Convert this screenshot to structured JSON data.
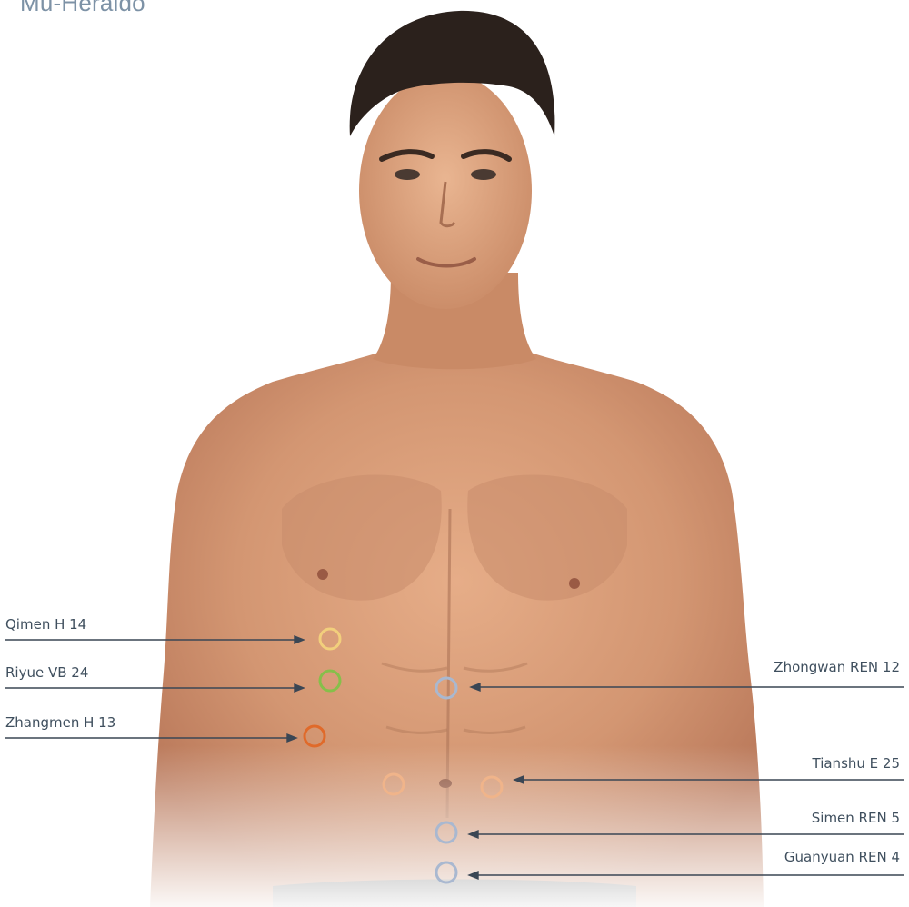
{
  "title": "Mu-Heraldo",
  "points": {
    "qimen": {
      "label": "Qimen H 14",
      "color": "#f2cf7c"
    },
    "riyue": {
      "label": "Riyue VB 24",
      "color": "#86bf4a"
    },
    "zhangmen": {
      "label": "Zhangmen H 13",
      "color": "#e06a2a"
    },
    "zhongwan": {
      "label": "Zhongwan REN 12",
      "color": "#a9b8d0"
    },
    "tianshu": {
      "label": "Tianshu E 25",
      "color": "#f0b48a"
    },
    "simen": {
      "label": "Simen REN 5",
      "color": "#a9b8d0"
    },
    "guanyuan": {
      "label": "Guanyuan REN 4",
      "color": "#a9b8d0"
    }
  },
  "colors": {
    "line": "#3a4654",
    "skin": "#d99d78",
    "hair": "#2b211c"
  }
}
